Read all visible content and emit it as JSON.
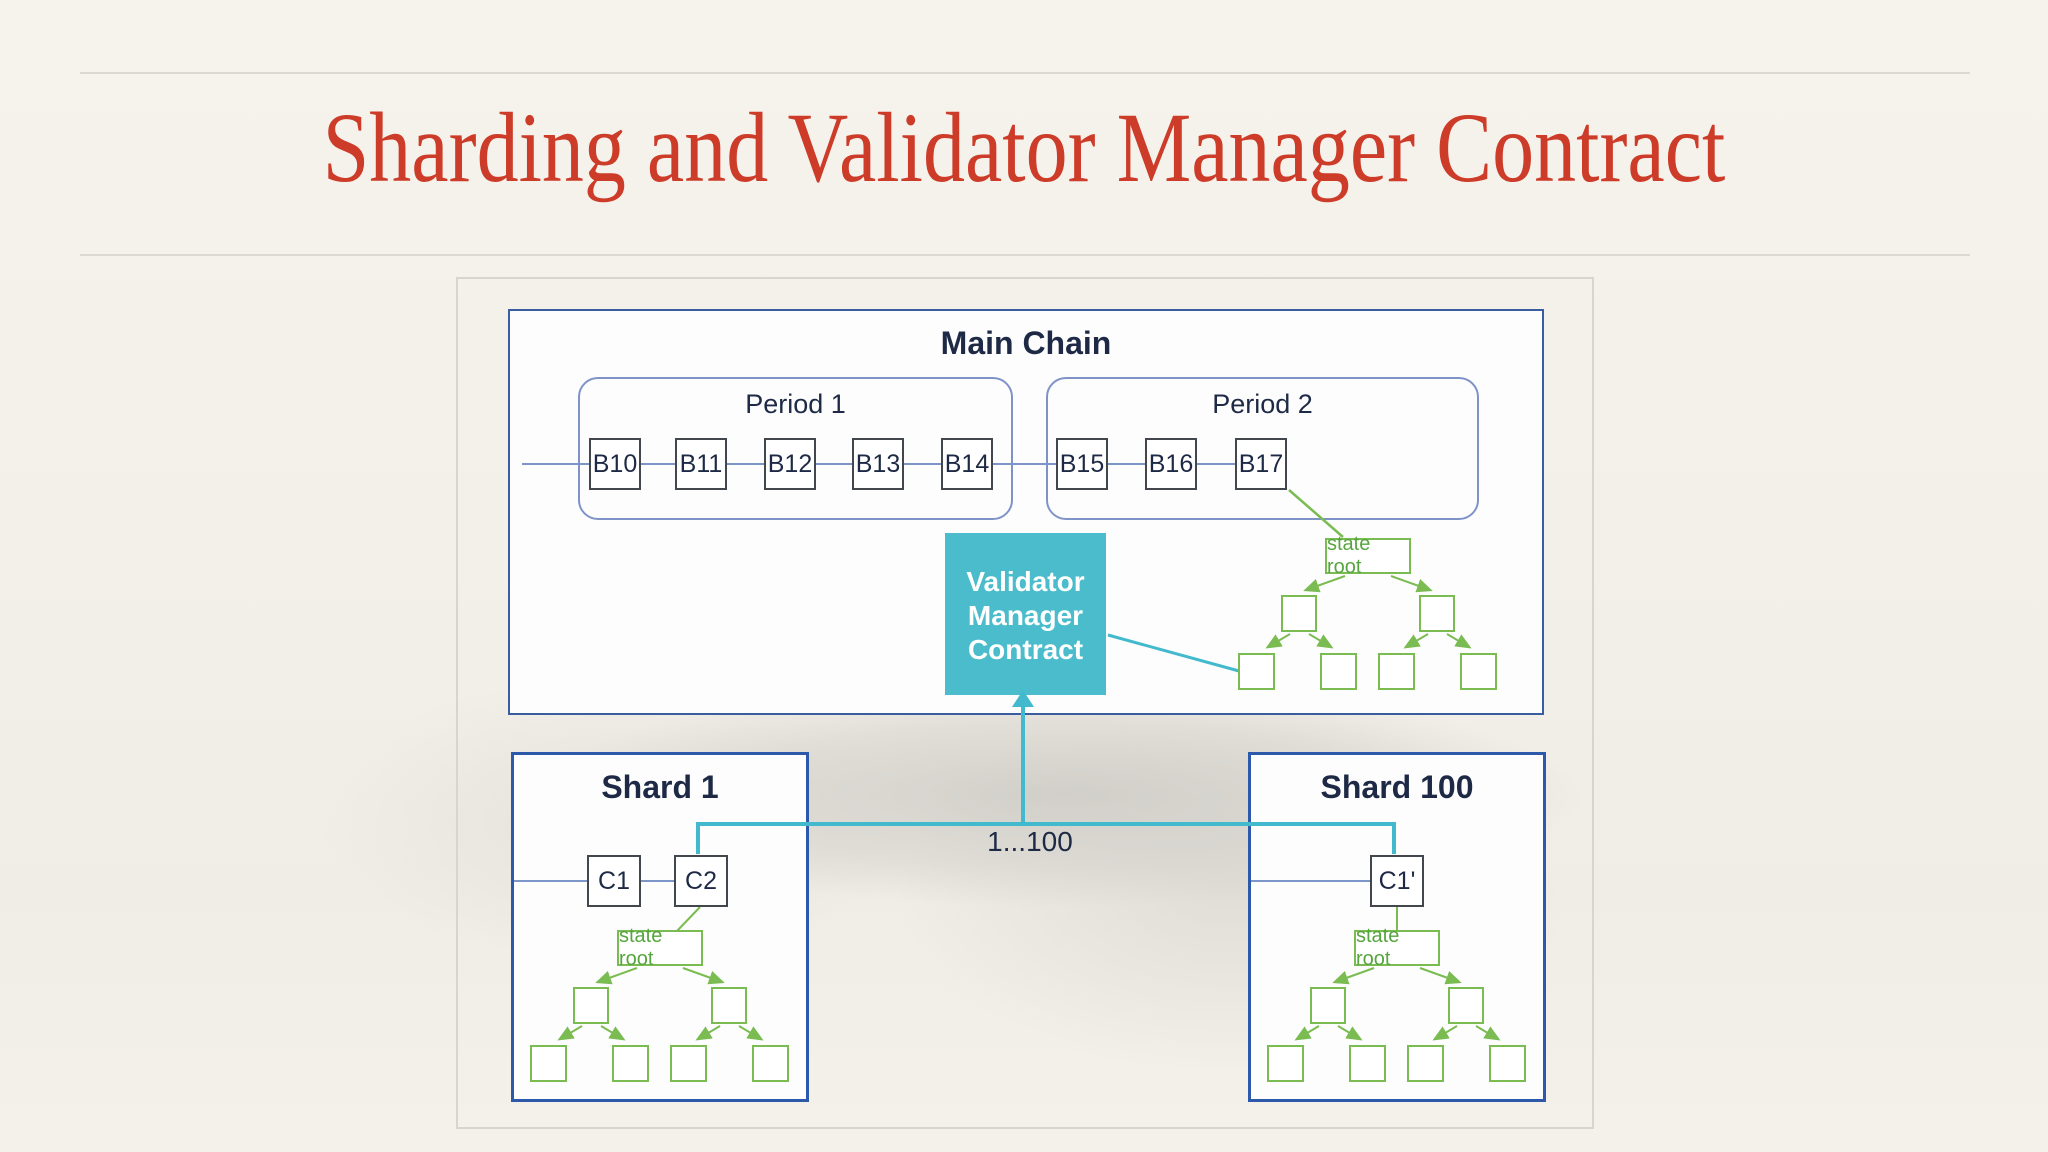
{
  "slide": {
    "title": "Sharding and Validator Manager Contract"
  },
  "main_chain": {
    "label": "Main Chain",
    "periods": [
      {
        "label": "Period 1",
        "blocks": [
          "B10",
          "B11",
          "B12",
          "B13",
          "B14"
        ]
      },
      {
        "label": "Period 2",
        "blocks": [
          "B15",
          "B16",
          "B17"
        ]
      }
    ],
    "state_root_label": "state root"
  },
  "vmc": {
    "lines": [
      "Validator",
      "Manager",
      "Contract"
    ]
  },
  "shards": [
    {
      "label": "Shard 1",
      "blocks": [
        "C1",
        "C2"
      ],
      "state_root_label": "state root"
    },
    {
      "label": "Shard 100",
      "blocks": [
        "C1'"
      ],
      "state_root_label": "state root"
    }
  ],
  "connector": {
    "label": "1...100"
  },
  "colors": {
    "title_red": "#cd3b29",
    "main_chain_border": "#3a5ca0",
    "period_border": "#8093c9",
    "shard_border": "#2c59a9",
    "chain_line": "#7d96ca",
    "block_border": "#42474d",
    "dark_text": "#1e2a45",
    "teal_fill": "#4bbccb",
    "teal_line": "#42b9cd",
    "green": "#7abc51",
    "green_text": "#56a53e",
    "background_cream": "#f4f1ea",
    "background_gray": "#d6d4ce"
  }
}
